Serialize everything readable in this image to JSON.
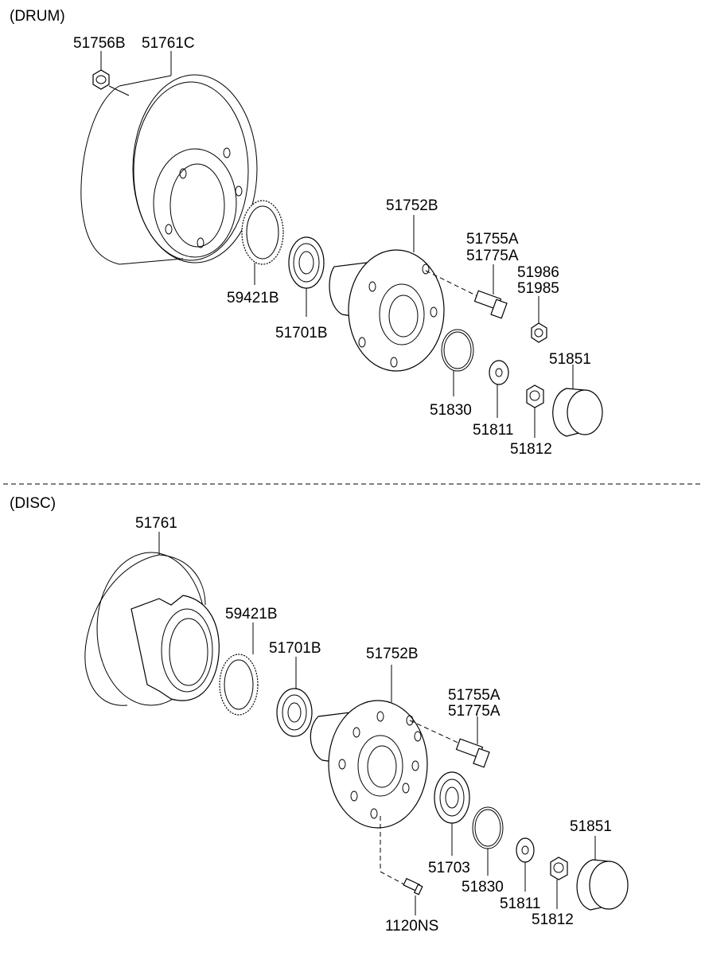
{
  "sections": {
    "drum": {
      "title": "(DRUM)",
      "labels": {
        "p51756B": "51756B",
        "p51761C": "51761C",
        "p59421B": "59421B",
        "p51701B": "51701B",
        "p51752B": "51752B",
        "p51755A": "51755A",
        "p51775A": "51775A",
        "p51986": "51986",
        "p51985": "51985",
        "p51830": "51830",
        "p51811": "51811",
        "p51851": "51851",
        "p51812": "51812"
      }
    },
    "disc": {
      "title": "(DISC)",
      "labels": {
        "p51761": "51761",
        "p59421B": "59421B",
        "p51701B": "51701B",
        "p51752B": "51752B",
        "p51755A": "51755A",
        "p51775A": "51775A",
        "p51851": "51851",
        "p51703": "51703",
        "p51830": "51830",
        "p51811": "51811",
        "p51812": "51812",
        "p1120NS": "1120NS"
      }
    }
  }
}
